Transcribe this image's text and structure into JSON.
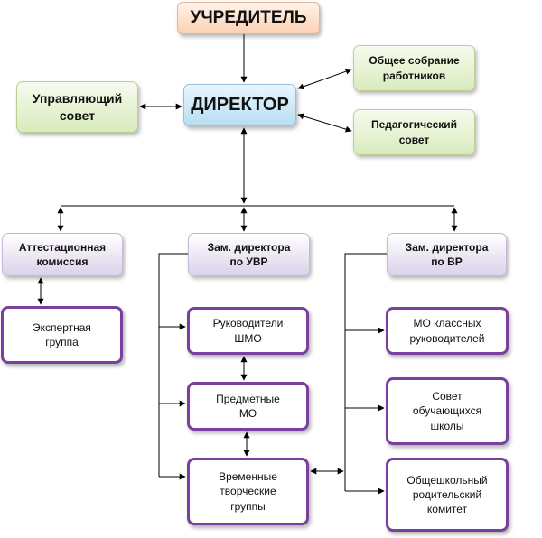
{
  "boxes": {
    "founder": "УЧРЕДИТЕЛЬ",
    "director": "ДИРЕКТОР",
    "governing_council": [
      "Управляющий",
      "совет"
    ],
    "general_meeting": [
      "Общее собрание",
      "работников"
    ],
    "pedagogical_council": [
      "Педагогический",
      "совет"
    ],
    "attestation_commission": [
      "Аттестационная",
      "комиссия"
    ],
    "deputy_uvr": [
      "Зам. директора",
      "по УВР"
    ],
    "deputy_vr": [
      "Зам. директора",
      "по ВР"
    ],
    "expert_group": [
      "Экспертная",
      "группа"
    ],
    "shmo_heads": [
      "Руководители",
      "ШМО"
    ],
    "subject_mo": [
      "Предметные",
      "МО"
    ],
    "creative_groups": [
      "Временные",
      "творческие",
      "группы"
    ],
    "class_teachers_mo": [
      "МО классных",
      "руководителей"
    ],
    "student_council": [
      "Совет",
      "обучающихся",
      "школы"
    ],
    "parent_committee": [
      "Общешкольный",
      "родительский",
      "комитет"
    ]
  },
  "colors": {
    "line": "#000000",
    "founder_fill": "#fbd2b3",
    "director_fill": "#b6def3",
    "council_fill": "#d9ebbc",
    "deputy_fill": "#dcd2ea",
    "unit_border": "#7b3f9d"
  }
}
